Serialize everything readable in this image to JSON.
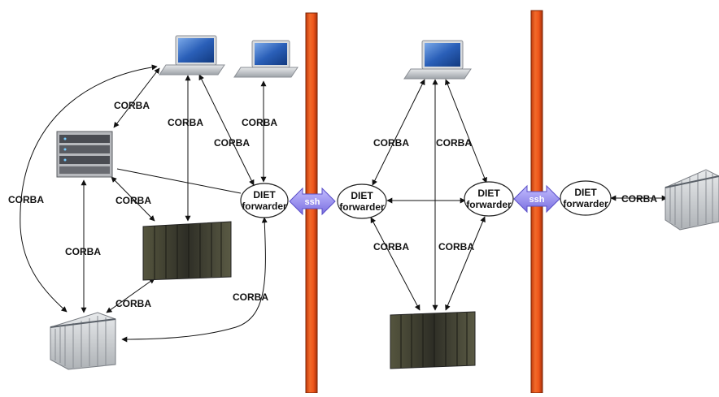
{
  "diagram": {
    "forwarder": {
      "line1": "DIET",
      "line2": "forwarder"
    },
    "tunnel_label": "ssh",
    "link_label": "CORBA",
    "colors": {
      "firewall": "#f0581c",
      "firewall_edge": "#8a2a08",
      "ssh_arrow": "#9a92e8",
      "ssh_arrow_dark": "#6a5fd0",
      "laptop_screen": "#2a5fb8",
      "laptop_body": "#b8bcc2",
      "rack_dark": "#3a3a30",
      "cluster_light": "#c9ccd0"
    },
    "icons": {
      "laptop": "laptop-icon",
      "server": "server-rack-icon",
      "supercomputer": "supercomputer-icon",
      "cluster": "cluster-icon"
    }
  }
}
